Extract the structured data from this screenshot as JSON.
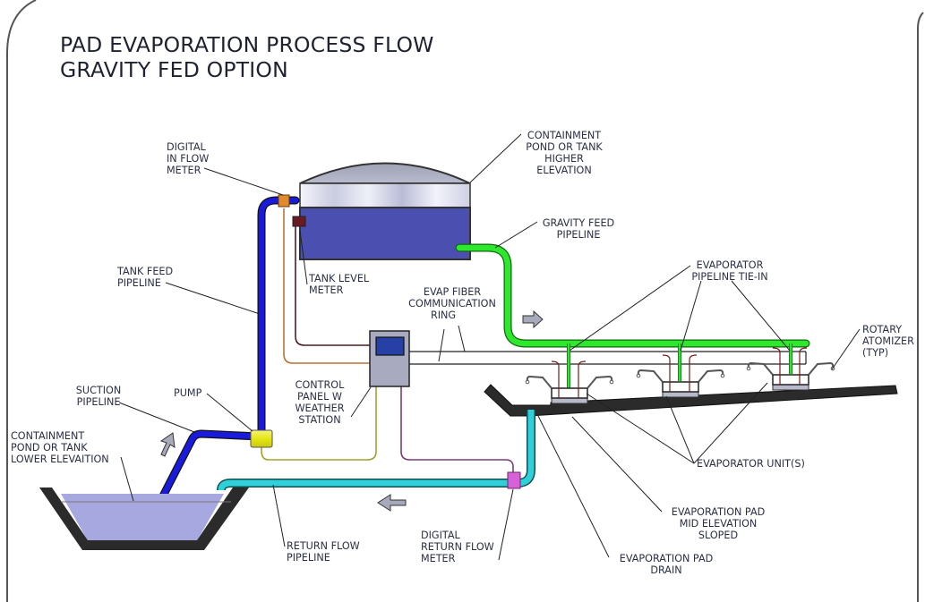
{
  "title": {
    "line1": "PAD EVAPORATION PROCESS FLOW",
    "line2": "GRAVITY FED OPTION"
  },
  "labels": {
    "digital_in_flow_meter": [
      "DIGITAL",
      "IN FLOW",
      "METER"
    ],
    "containment_high": [
      "CONTAINMENT",
      "POND OR TANK",
      "HIGHER",
      "ELEVATION"
    ],
    "gravity_feed_pipeline": [
      "GRAVITY FEED",
      "PIPELINE"
    ],
    "tank_feed_pipeline": [
      "TANK FEED",
      "PIPELINE"
    ],
    "tank_level_meter": [
      "TANK LEVEL",
      "METER"
    ],
    "evap_fiber_ring": [
      "EVAP FIBER",
      "COMMUNICATION",
      "RING"
    ],
    "evaporator_pipeline_tie_in": [
      "EVAPORATOR",
      "PIPELINE TIE-IN"
    ],
    "rotary_atomizer": [
      "ROTARY",
      "ATOMIZER",
      "(TYP)"
    ],
    "suction_pipeline": [
      "SUCTION",
      "PIPELINE"
    ],
    "pump": [
      "PUMP"
    ],
    "control_panel": [
      "CONTROL",
      "PANEL W",
      "WEATHER",
      "STATION"
    ],
    "containment_low": [
      "CONTAINMENT",
      "POND OR TANK",
      "LOWER ELEVAITION"
    ],
    "evaporator_units": [
      "EVAPORATOR UNIT(S)"
    ],
    "evaporation_pad_mid": [
      "EVAPORATION PAD",
      "MID ELEVATION",
      "SLOPED"
    ],
    "return_flow_pipeline": [
      "RETURN FLOW",
      "PIPELINE"
    ],
    "digital_return_flow_meter": [
      "DIGITAL",
      "RETURN FLOW",
      "METER"
    ],
    "evaporation_pad_drain": [
      "EVAPORATION PAD",
      "DRAIN"
    ]
  },
  "colors": {
    "feed_pipe": "#1a1adc",
    "gravity_pipe": "#2ee82e",
    "return_pipe": "#2fd0d8",
    "tank_water": "#4a4fb0",
    "pond_water": "#a8a8e0",
    "pad": "#2b2b2b",
    "in_flow_meter": "#e08a2a",
    "return_flow_meter": "#d860d8",
    "pump": "#e8e820",
    "tank_level_meter": "#6a1a22",
    "control_panel": "#a8abbf",
    "control_screen": "#2640a8",
    "flow_arrow": "#a7aabb"
  }
}
